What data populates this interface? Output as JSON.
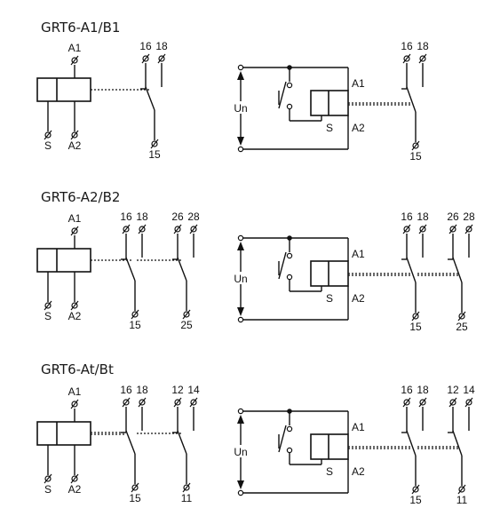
{
  "colors": {
    "line": "#111111",
    "background": "#ffffff"
  },
  "sections": [
    {
      "title": "GRT6-A1/B1",
      "coil": {
        "top": "A1",
        "bottom_left": "S",
        "bottom_right": "A2"
      },
      "contacts": [
        {
          "nc": "16",
          "no": "18",
          "com": "15"
        }
      ],
      "supply_label": "Un",
      "wiring_coil": {
        "top": "A1",
        "bottom_left": "S",
        "bottom_right": "A2"
      }
    },
    {
      "title": "GRT6-A2/B2",
      "coil": {
        "top": "A1",
        "bottom_left": "S",
        "bottom_right": "A2"
      },
      "contacts": [
        {
          "nc": "16",
          "no": "18",
          "com": "15"
        },
        {
          "nc": "26",
          "no": "28",
          "com": "25"
        }
      ],
      "supply_label": "Un",
      "wiring_coil": {
        "top": "A1",
        "bottom_left": "S",
        "bottom_right": "A2"
      }
    },
    {
      "title": "GRT6-At/Bt",
      "coil": {
        "top": "A1",
        "bottom_left": "S",
        "bottom_right": "A2"
      },
      "contacts": [
        {
          "nc": "16",
          "no": "18",
          "com": "15"
        },
        {
          "nc": "12",
          "no": "14",
          "com": "11"
        }
      ],
      "supply_label": "Un",
      "wiring_coil": {
        "top": "A1",
        "bottom_left": "S",
        "bottom_right": "A2"
      }
    }
  ]
}
